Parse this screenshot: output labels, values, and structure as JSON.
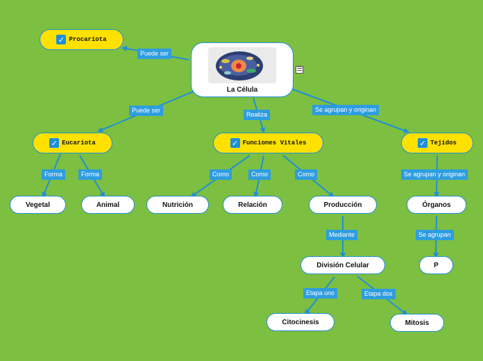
{
  "map": {
    "central": {
      "title": "La Célula",
      "image": "cell-illustration"
    },
    "nodes": {
      "procariota": "Procariota",
      "eucariota": "Eucariota",
      "funciones": "Funciones Vitales",
      "tejidos": "Tejidos",
      "vegetal": "Vegetal",
      "animal": "Animal",
      "nutricion": "Nutrición",
      "relacion": "Relación",
      "produccion": "Producción",
      "organos": "Órganos",
      "division": "División Celular",
      "p": "P",
      "citocinesis": "Citocinesis",
      "mitosis": "Mitosis"
    },
    "labels": {
      "puede_ser_1": "Puede ser",
      "puede_ser_2": "Puede ser",
      "realiza": "Realiza",
      "se_agrupan_originan_1": "Se agrupan y originan",
      "forma_1": "Forma",
      "forma_2": "Forma",
      "como_1": "Como",
      "como_2": "Como",
      "como_3": "Como",
      "se_agrupan_originan_2": "Se agrupan y originan",
      "mediante": "Mediante",
      "se_agrupan": "Se agrupan",
      "etapa_uno": "Etapa uno",
      "etapa_dos": "Etapa dos"
    },
    "colors": {
      "background": "#7dbf40",
      "line": "#1f8fd8",
      "label_bg": "#2e9de0",
      "highlight": "#ffe100",
      "node": "#ffffff"
    },
    "icons": {
      "check": "checkbox-checked-icon",
      "menu": "notes-icon"
    }
  }
}
